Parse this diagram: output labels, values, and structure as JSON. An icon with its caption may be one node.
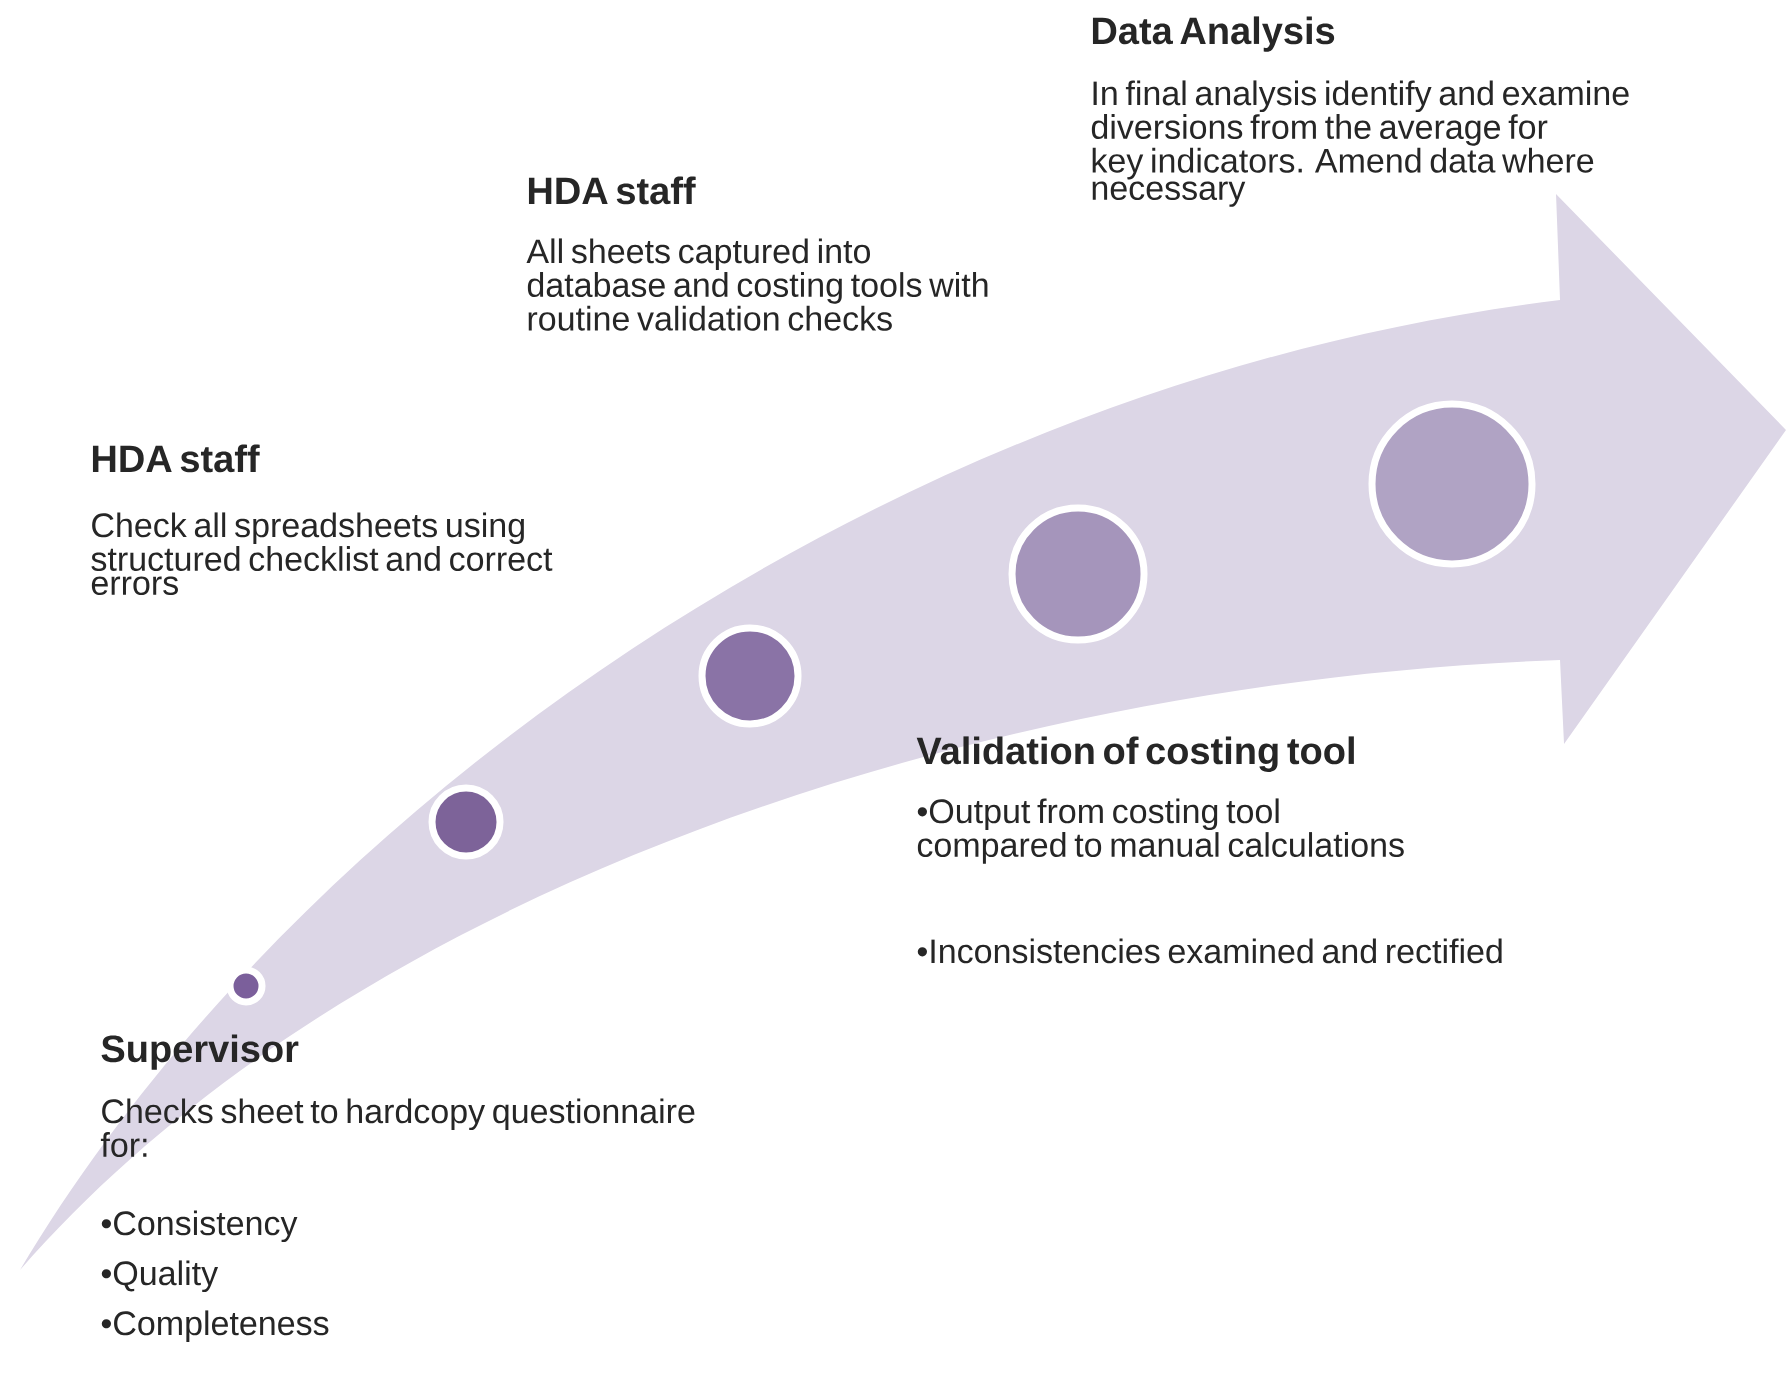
{
  "diagram": {
    "nodes": [
      {
        "text": [],
        "shape": "circle"
      },
      {
        "text": [],
        "shape": "circle"
      },
      {
        "text": [],
        "shape": "circle"
      },
      {
        "text": [],
        "shape": "circle"
      },
      {
        "text": [],
        "shape": "circle"
      }
    ],
    "edges": [],
    "labels": [
      "Data Analysis",
      "In final analysis identify and examine diversions from the average for key indicators. Amend data where necessary",
      "HDA staff",
      "All sheets captured into database and costing tools with routine validation checks",
      "HDA staff",
      "Check all spreadsheets using structured checklist and correct errors",
      "Validation of costing tool",
      "•Output from costing tool compared to manual calculations",
      "•Inconsistencies examined and rectified",
      "Supervisor",
      "Checks sheet to hardcopy questionnaire for:",
      "•Consistency",
      "•Quality",
      "•Completeness"
    ]
  }
}
